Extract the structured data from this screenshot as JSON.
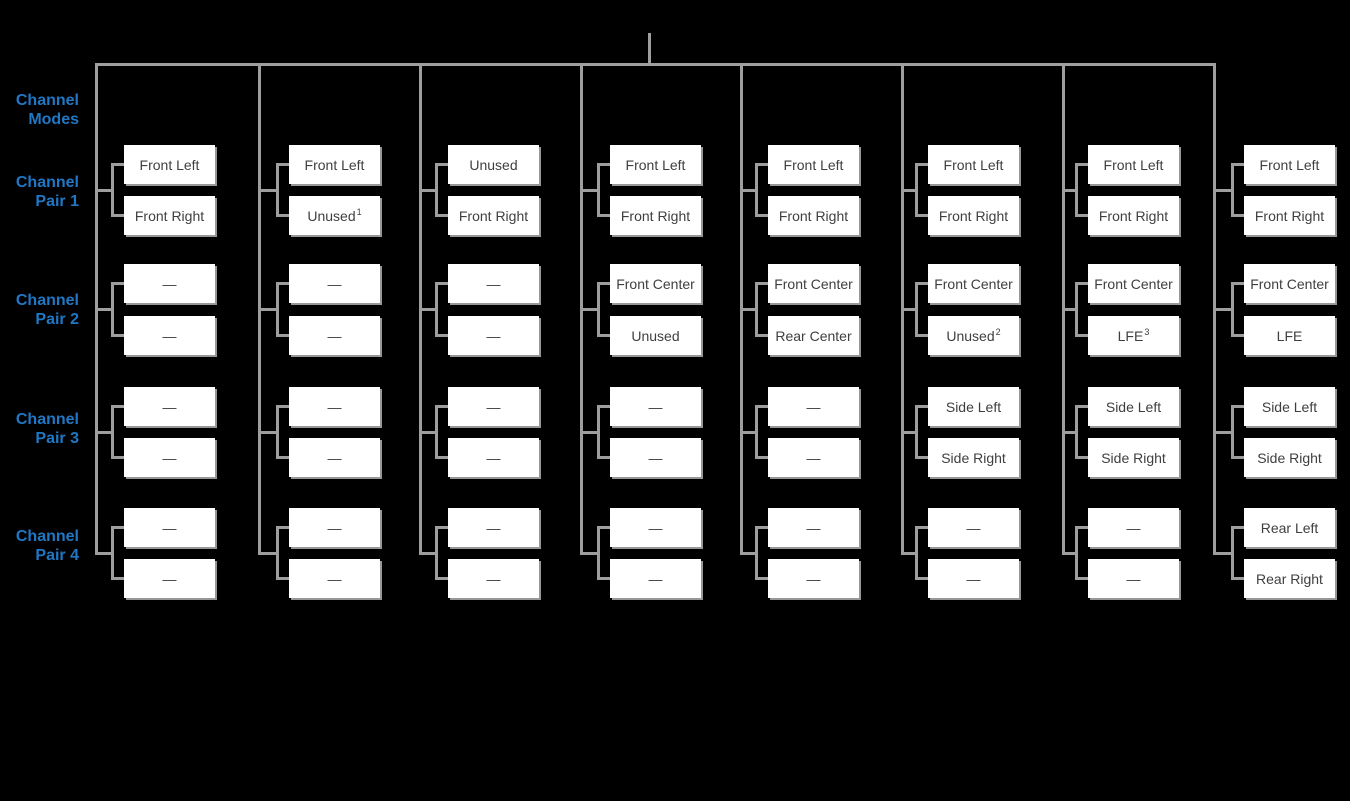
{
  "colors": {
    "background": "#000000",
    "label_blue": "#2077c4",
    "line_gray": "#9e9e9e",
    "box_fill": "#ffffff",
    "box_text": "#3f3f3f"
  },
  "labels": [
    {
      "line1": "Channel",
      "line2": "Modes"
    },
    {
      "line1": "Channel",
      "line2": "Pair 1"
    },
    {
      "line1": "Channel",
      "line2": "Pair 2"
    },
    {
      "line1": "Channel",
      "line2": "Pair 3"
    },
    {
      "line1": "Channel",
      "line2": "Pair 4"
    }
  ],
  "columns": [
    {
      "slots": [
        {
          "text": "Front Left"
        },
        {
          "text": "Front Right"
        },
        {
          "text": "—"
        },
        {
          "text": "—"
        },
        {
          "text": "—"
        },
        {
          "text": "—"
        },
        {
          "text": "—"
        },
        {
          "text": "—"
        }
      ]
    },
    {
      "slots": [
        {
          "text": "Front Left"
        },
        {
          "text": "Unused",
          "sup": "1"
        },
        {
          "text": "—"
        },
        {
          "text": "—"
        },
        {
          "text": "—"
        },
        {
          "text": "—"
        },
        {
          "text": "—"
        },
        {
          "text": "—"
        }
      ]
    },
    {
      "slots": [
        {
          "text": "Unused"
        },
        {
          "text": "Front Right"
        },
        {
          "text": "—"
        },
        {
          "text": "—"
        },
        {
          "text": "—"
        },
        {
          "text": "—"
        },
        {
          "text": "—"
        },
        {
          "text": "—"
        }
      ]
    },
    {
      "slots": [
        {
          "text": "Front Left"
        },
        {
          "text": "Front Right"
        },
        {
          "text": "Front Center"
        },
        {
          "text": "Unused"
        },
        {
          "text": "—"
        },
        {
          "text": "—"
        },
        {
          "text": "—"
        },
        {
          "text": "—"
        }
      ]
    },
    {
      "slots": [
        {
          "text": "Front Left"
        },
        {
          "text": "Front Right"
        },
        {
          "text": "Front Center"
        },
        {
          "text": "Rear Center"
        },
        {
          "text": "—"
        },
        {
          "text": "—"
        },
        {
          "text": "—"
        },
        {
          "text": "—"
        }
      ]
    },
    {
      "slots": [
        {
          "text": "Front Left"
        },
        {
          "text": "Front Right"
        },
        {
          "text": "Front Center"
        },
        {
          "text": "Unused",
          "sup": "2"
        },
        {
          "text": "Side Left"
        },
        {
          "text": "Side Right"
        },
        {
          "text": "—"
        },
        {
          "text": "—"
        }
      ]
    },
    {
      "slots": [
        {
          "text": "Front Left"
        },
        {
          "text": "Front Right"
        },
        {
          "text": "Front Center"
        },
        {
          "text": "LFE",
          "sup": "3"
        },
        {
          "text": "Side Left"
        },
        {
          "text": "Side Right"
        },
        {
          "text": "—"
        },
        {
          "text": "—"
        }
      ]
    },
    {
      "slots": [
        {
          "text": "Front Left"
        },
        {
          "text": "Front Right"
        },
        {
          "text": "Front Center"
        },
        {
          "text": "LFE"
        },
        {
          "text": "Side Left"
        },
        {
          "text": "Side Right"
        },
        {
          "text": "Rear Left"
        },
        {
          "text": "Rear Right"
        }
      ]
    }
  ]
}
